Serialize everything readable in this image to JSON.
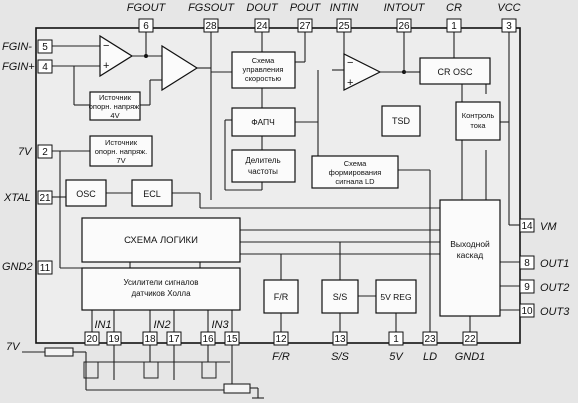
{
  "pins": {
    "fgout": {
      "label": "FGOUT",
      "num": "6"
    },
    "fgsout": {
      "label": "FGSOUT",
      "num": "28"
    },
    "dout": {
      "label": "DOUT",
      "num": "24"
    },
    "pout": {
      "label": "POUT",
      "num": "27"
    },
    "intin": {
      "label": "INTIN",
      "num": "25"
    },
    "intout": {
      "label": "INTOUT",
      "num": "26"
    },
    "cr": {
      "label": "CR",
      "num": "1"
    },
    "vcc": {
      "label": "VCC",
      "num": "3"
    },
    "fgin_minus": {
      "label": "FGIN-",
      "num": "5"
    },
    "fgin_plus": {
      "label": "FGIN+",
      "num": "4"
    },
    "v7": {
      "label": "7V",
      "num": "2"
    },
    "xtal": {
      "label": "XTAL",
      "num": "21"
    },
    "gnd2": {
      "label": "GND2",
      "num": "11"
    },
    "vm": {
      "label": "VM",
      "num": "14"
    },
    "out1": {
      "label": "OUT1",
      "num": "8"
    },
    "out2": {
      "label": "OUT2",
      "num": "9"
    },
    "out3": {
      "label": "OUT3",
      "num": "10"
    },
    "fr": {
      "label": "F/R",
      "num": "12"
    },
    "ss": {
      "label": "S/S",
      "num": "13"
    },
    "v5": {
      "label": "5V",
      "num": "1"
    },
    "ld": {
      "label": "LD",
      "num": "23"
    },
    "gnd1": {
      "label": "GND1",
      "num": "22"
    },
    "hall_pins": [
      "20",
      "19",
      "18",
      "17",
      "16",
      "15"
    ],
    "in1": "IN1",
    "in2": "IN2",
    "in3": "IN3",
    "v7_bottom": "7V"
  },
  "blocks": {
    "ref4": [
      "Источник",
      "опорн. напряж.",
      "4V"
    ],
    "ref7": [
      "Источник",
      "опорн. напряж.",
      "7V"
    ],
    "osc": "OSC",
    "ecl": "ECL",
    "speed_ctrl": [
      "Схема",
      "управления",
      "скоростью"
    ],
    "pll": "ФАПЧ",
    "divider": [
      "Делитель",
      "частоты"
    ],
    "ld_gen": [
      "Схема",
      "формирования",
      "сигнала LD"
    ],
    "cr_osc": "CR OSC",
    "tsd": "TSD",
    "current_ctrl": [
      "Контроль",
      "тока"
    ],
    "logic": "СХЕМА ЛОГИКИ",
    "hall_amp": [
      "Усилители сигналов",
      "датчиков Холла"
    ],
    "output_stage": [
      "Выходной",
      "каскад"
    ],
    "fr_blk": "F/R",
    "ss_blk": "S/S",
    "reg5v": "5V REG"
  }
}
